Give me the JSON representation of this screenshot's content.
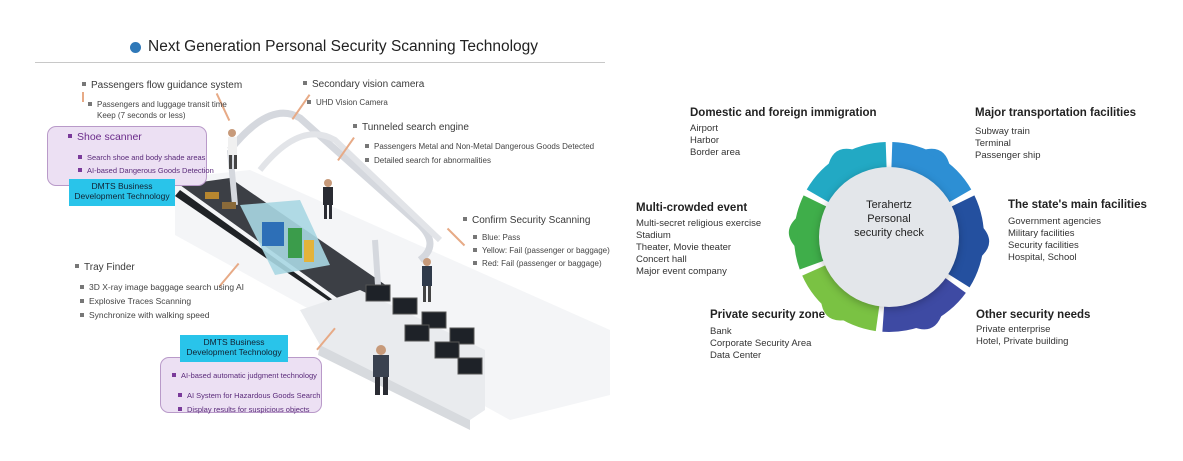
{
  "left": {
    "title": "Next Generation Personal Security Scanning Technology",
    "passenger_flow": {
      "title": "Passengers flow guidance system",
      "lines": [
        "Passengers and luggage transit time",
        "Keep (7 seconds or less)"
      ]
    },
    "secondary_camera": {
      "title": "Secondary vision camera",
      "items": [
        "UHD Vision Camera"
      ]
    },
    "tunneled_search": {
      "title": "Tunneled search engine",
      "items": [
        "Passengers Metal and Non-Metal Dangerous Goods Detected",
        "Detailed search for abnormalities"
      ]
    },
    "shoe_scanner": {
      "title": "Shoe scanner",
      "items": [
        "Search shoe and body shade areas",
        "AI-based Dangerous Goods Detection"
      ],
      "badge": [
        "DMTS Business",
        "Development Technology"
      ]
    },
    "confirm_security": {
      "title": "Confirm Security Scanning",
      "items": [
        "Blue: Pass",
        "Yellow: Fail (passenger or baggage)",
        "Red: Fail (passenger or baggage)"
      ]
    },
    "tray_finder": {
      "title": "Tray Finder",
      "items": [
        "3D X-ray image baggage search using AI",
        "Explosive Traces Scanning",
        "Synchronize with walking speed"
      ]
    },
    "ai_judgment": {
      "badge": [
        "DMTS Business",
        "Development Technology"
      ],
      "items": [
        "AI-based automatic judgment technology",
        "AI System for Hazardous Goods Search",
        "Display results for suspicious objects"
      ]
    }
  },
  "right": {
    "center": [
      "Terahertz",
      "Personal",
      "security check"
    ],
    "colors": {
      "teal": "#22a9c4",
      "blue": "#2d8fd4",
      "navy": "#24509f",
      "indigo": "#3e4aa3",
      "green": "#7ac243",
      "green_dark": "#3fae4a",
      "center": "#e3e6ea"
    },
    "domestic": {
      "title": "Domestic and foreign immigration",
      "items": [
        "Airport",
        "Harbor",
        "Border area"
      ]
    },
    "transport": {
      "title": "Major transportation facilities",
      "items": [
        "Subway train",
        "Terminal",
        "Passenger ship"
      ]
    },
    "state": {
      "title": "The state's main facilities",
      "items": [
        "Government agencies",
        "Military facilities",
        "Security facilities",
        "Hospital, School"
      ]
    },
    "other": {
      "title": "Other security needs",
      "items": [
        "Private enterprise",
        "Hotel, Private building"
      ]
    },
    "private_zone": {
      "title": "Private security zone",
      "items": [
        "Bank",
        "Corporate Security Area",
        "Data Center"
      ]
    },
    "multi_crowded": {
      "title": "Multi-crowded event",
      "items": [
        "Multi-secret religious exercise",
        "Stadium",
        "Theater, Movie theater",
        "Concert hall",
        "Major event company"
      ]
    }
  }
}
